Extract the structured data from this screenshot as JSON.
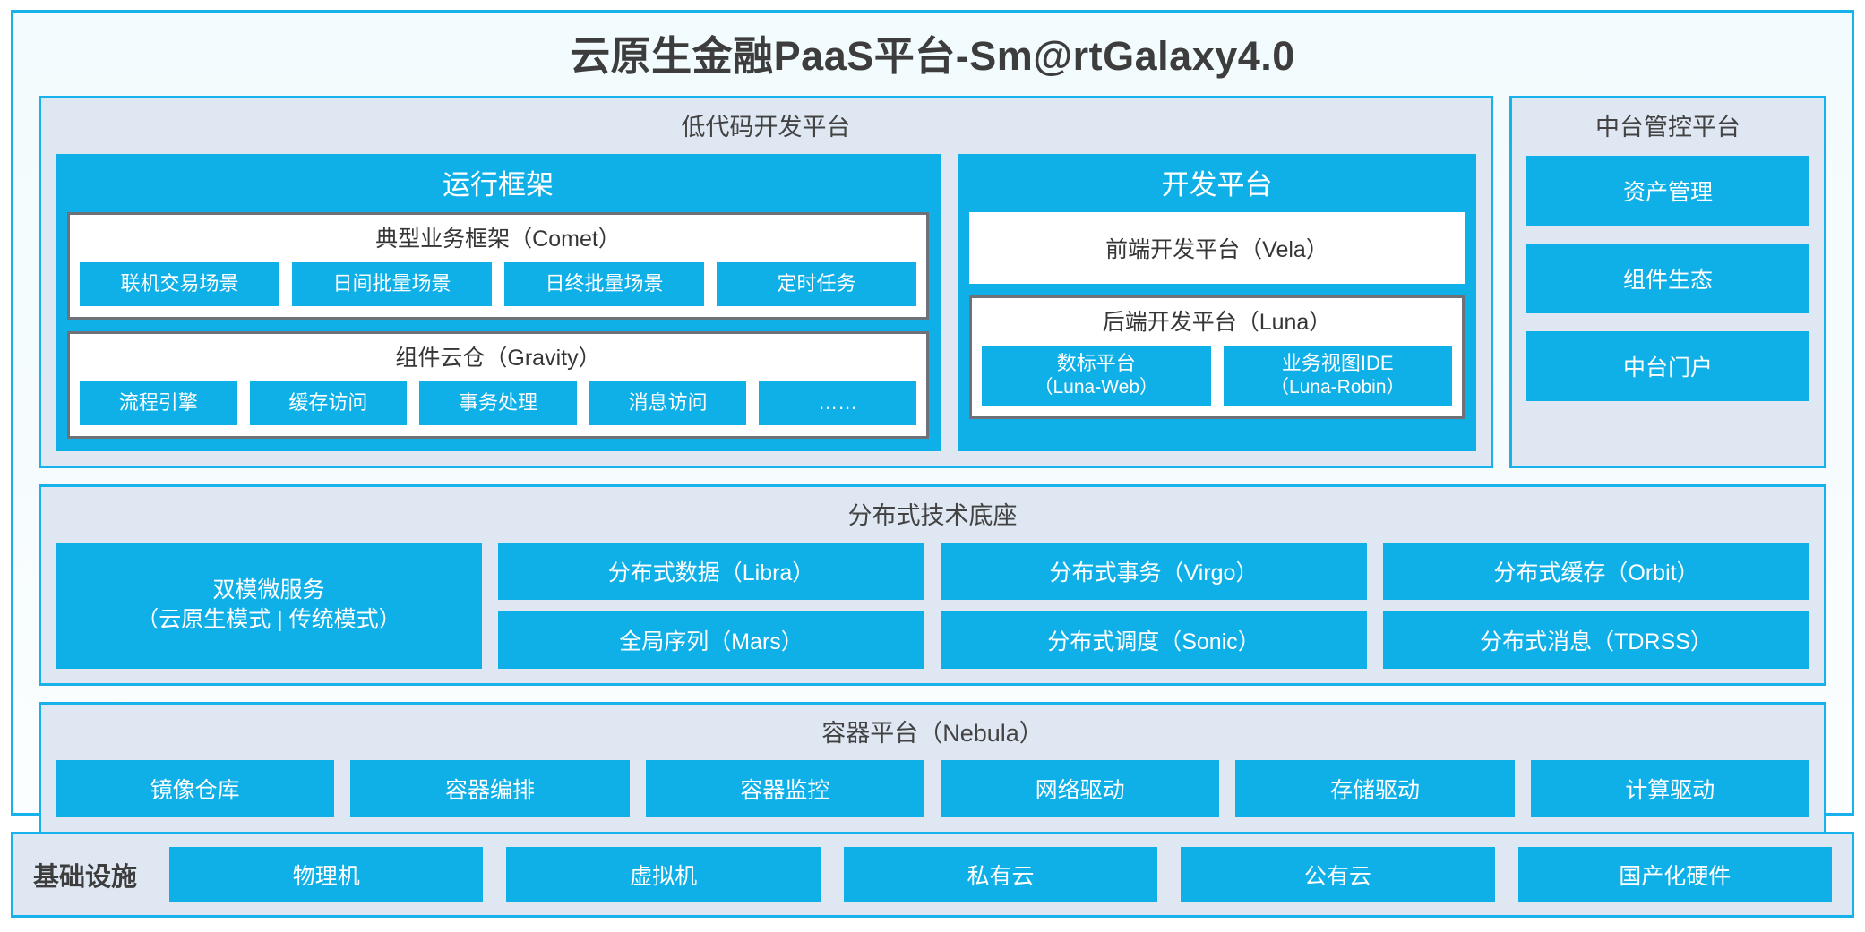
{
  "title": "云原生金融PaaS平台-Sm@rtGalaxy4.0",
  "colors": {
    "accent_blue": "#0fb0e8",
    "border_blue": "#17b1ec",
    "panel_fill": "#dee7f2",
    "inner_border_grey": "#6e7278",
    "page_bg": "#f2fbfd"
  },
  "lowcode": {
    "title": "低代码开发平台",
    "runtime": {
      "title": "运行框架",
      "comet": {
        "title": "典型业务框架（Comet）",
        "tiles": [
          "联机交易场景",
          "日间批量场景",
          "日终批量场景",
          "定时任务"
        ]
      },
      "gravity": {
        "title": "组件云仓（Gravity）",
        "tiles": [
          "流程引擎",
          "缓存访问",
          "事务处理",
          "消息访问",
          "……"
        ]
      }
    },
    "devplatform": {
      "title": "开发平台",
      "frontend": "前端开发平台（Vela）",
      "backend": {
        "title": "后端开发平台（Luna）",
        "tiles": [
          {
            "name": "数标平台",
            "code": "（Luna-Web）"
          },
          {
            "name": "业务视图IDE",
            "code": "（Luna-Robin）"
          }
        ]
      }
    }
  },
  "management": {
    "title": "中台管控平台",
    "tiles": [
      "资产管理",
      "组件生态",
      "中台门户"
    ]
  },
  "base": {
    "title": "分布式技术底座",
    "microservice": {
      "line1": "双模微服务",
      "line2": "（云原生模式 | 传统模式）"
    },
    "col1": [
      "分布式数据（Libra）",
      "全局序列（Mars）"
    ],
    "col2": [
      "分布式事务（Virgo）",
      "分布式调度（Sonic）"
    ],
    "col3": [
      "分布式缓存（Orbit）",
      "分布式消息（TDRSS）"
    ]
  },
  "container": {
    "title": "容器平台（Nebula）",
    "tiles": [
      "镜像仓库",
      "容器编排",
      "容器监控",
      "网络驱动",
      "存储驱动",
      "计算驱动"
    ]
  },
  "infrastructure": {
    "label": "基础设施",
    "tiles": [
      "物理机",
      "虚拟机",
      "私有云",
      "公有云",
      "国产化硬件"
    ]
  }
}
